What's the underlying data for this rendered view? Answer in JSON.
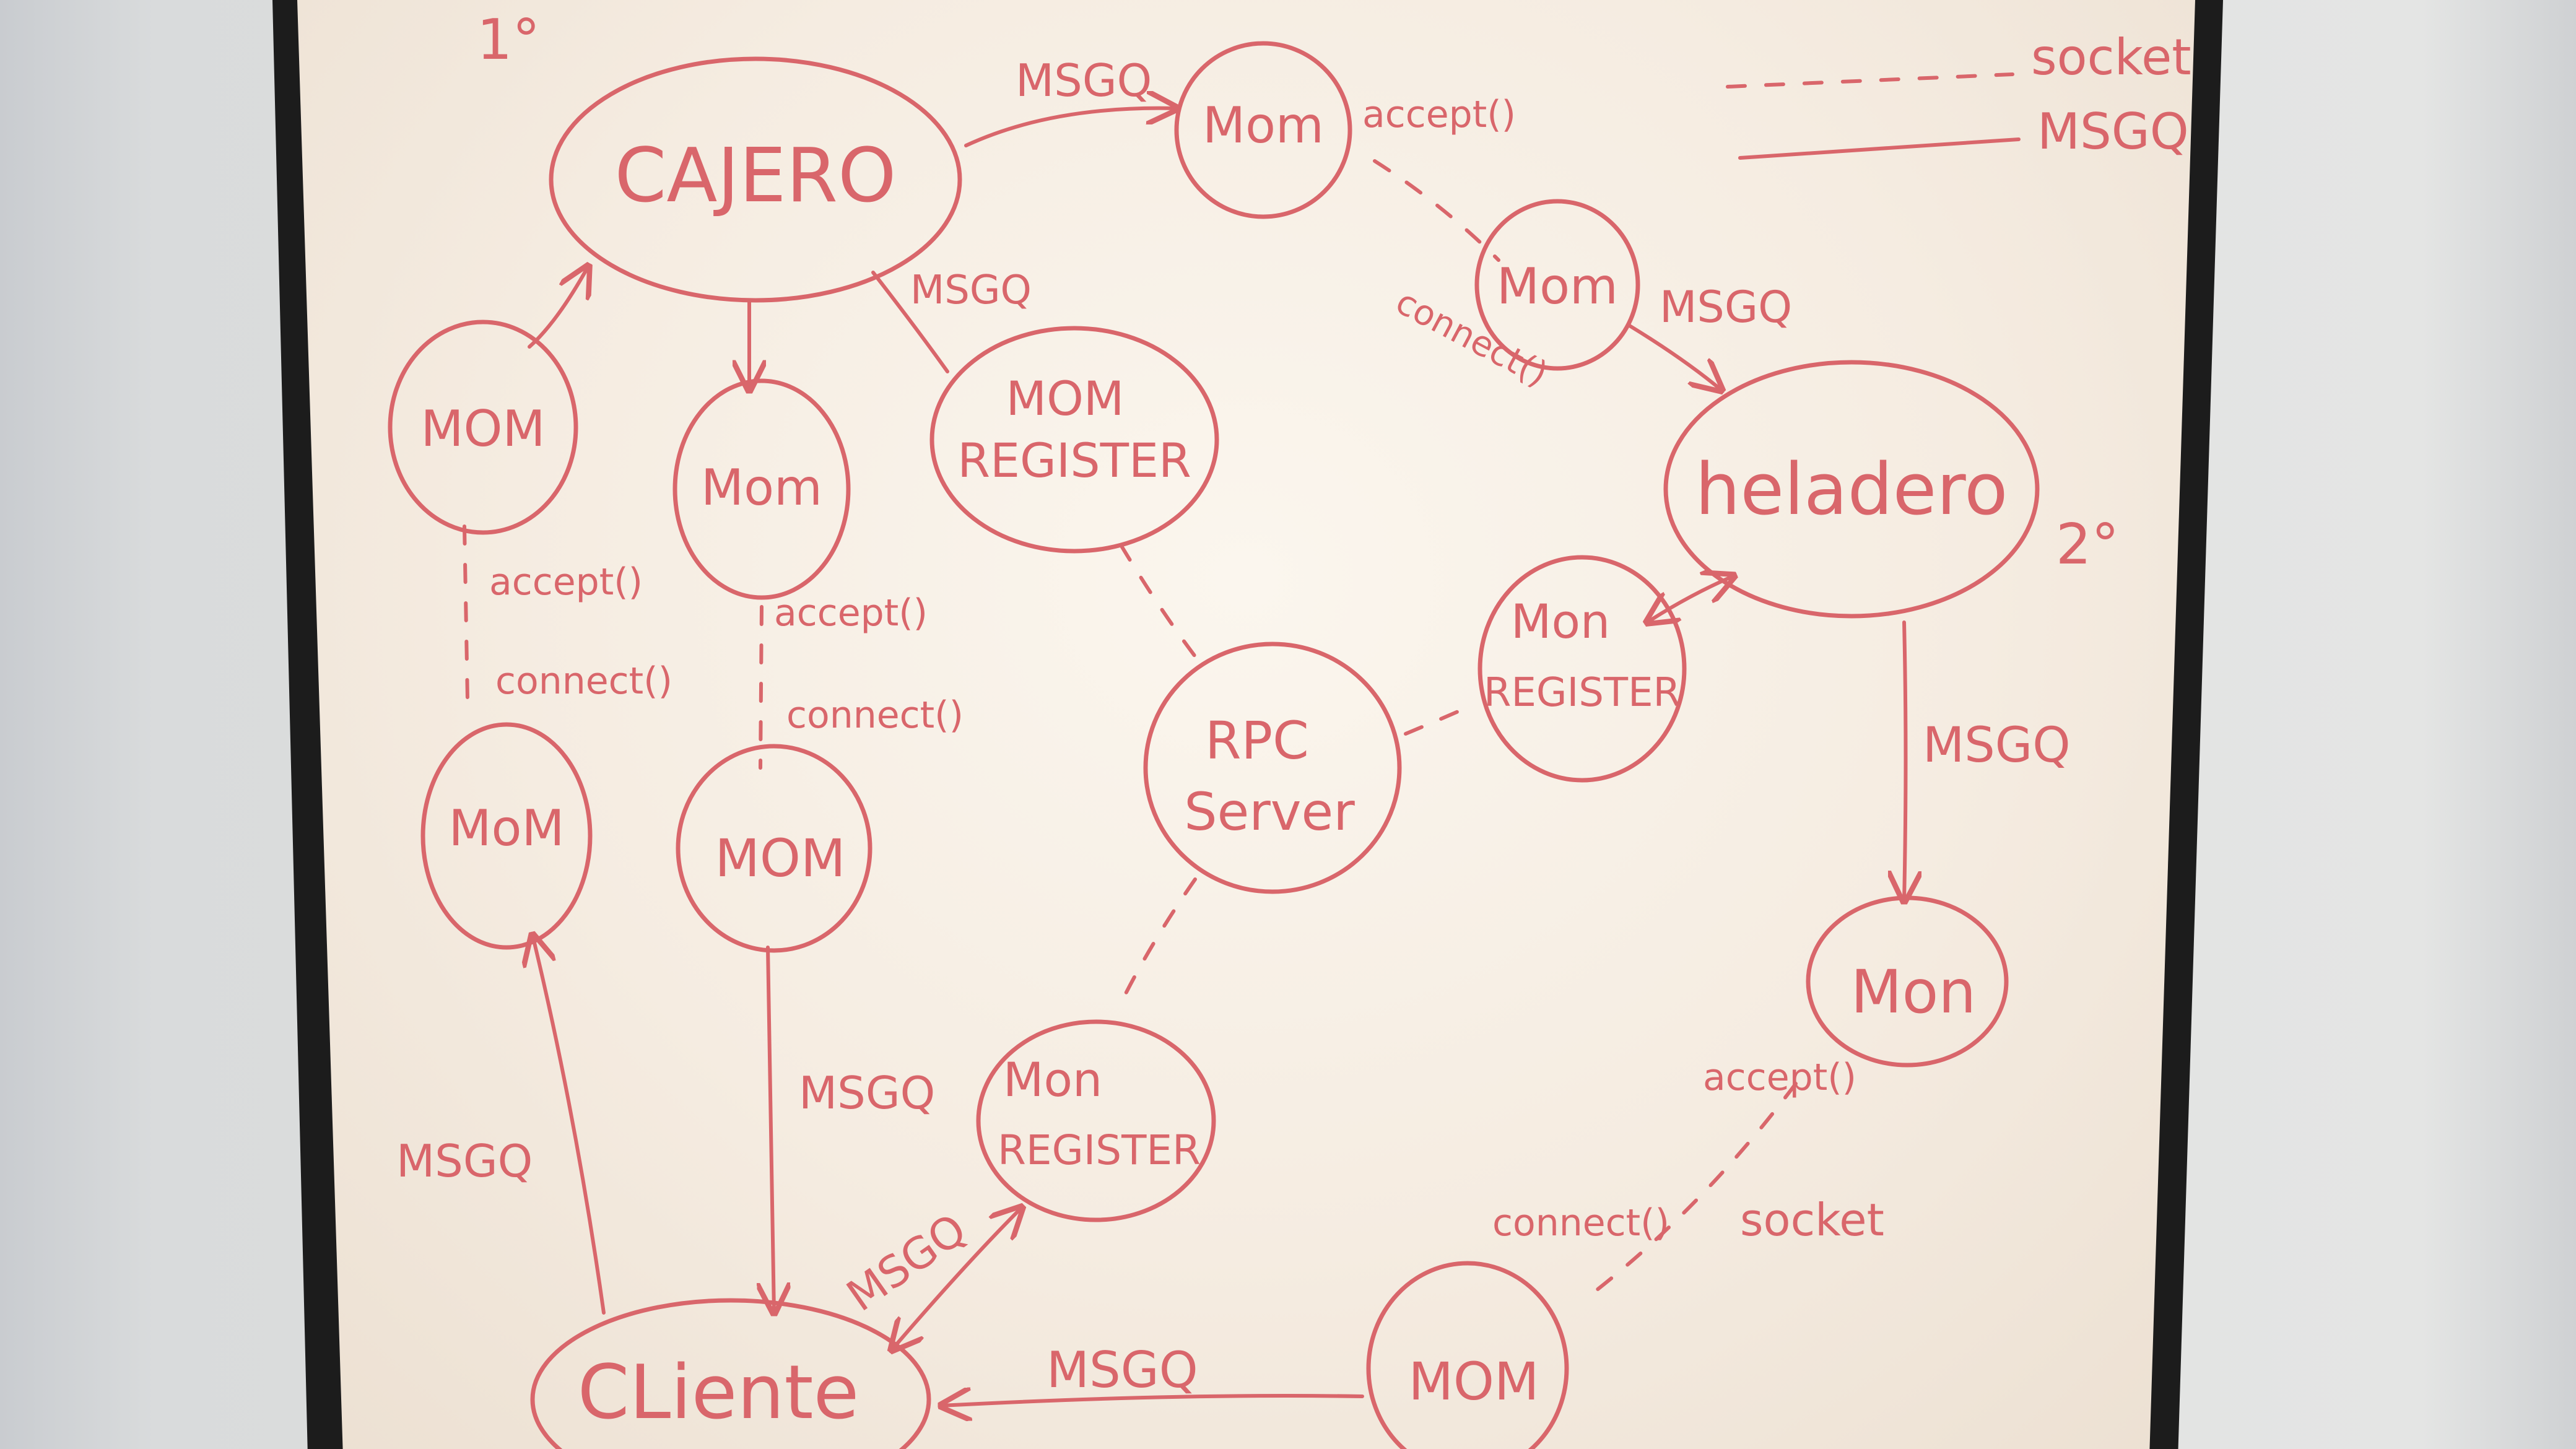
{
  "labels": {
    "first": "1°",
    "second": "2°",
    "legend_socket": "socket",
    "legend_msgq": "MSGQ"
  },
  "nodes": {
    "cajero": "CAJERO",
    "mom_top": "Mom",
    "mom_right_upper": "Mom",
    "heladero": "heladero",
    "mom_left": "MOM",
    "mom_center_left": "Mom",
    "mom_register_top": [
      "MOM",
      "REGISTER"
    ],
    "mom_register_right": [
      "Mon",
      "REGISTER"
    ],
    "rpc_server": [
      "RPC",
      "Server"
    ],
    "mom_lower_left": "MoM",
    "mom_lower_center": "MOM",
    "mom_register_bottom": [
      "Mon",
      "REGISTER"
    ],
    "mom_bottom_right": "Mon",
    "cliente": "CLiente",
    "mom_bottom": "MOM"
  },
  "edge_labels": {
    "cajero_mom_top": "MSGQ",
    "mom_top_accept": "accept()",
    "cajero_register": "MSGQ",
    "mom_right_connect": "connect()",
    "mom_right_heladero": "MSGQ",
    "left_accept": "accept()",
    "left_connect": "connect()",
    "center_accept": "accept()",
    "center_connect": "connect()",
    "heladero_mom": "MSGQ",
    "cliente_mom_lower_center": "MSGQ",
    "cliente_mom_lower_left": "MSGQ",
    "cliente_register": "MSGQ",
    "bottom_right_accept": "accept()",
    "bottom_connect": "connect()",
    "bottom_socket": "socket",
    "mom_bottom_cliente": "MSGQ"
  },
  "colors": {
    "marker": "#d9666b",
    "board": "#f5ece1",
    "frame": "#1c1c1c",
    "wall": "#d9dbdc"
  }
}
